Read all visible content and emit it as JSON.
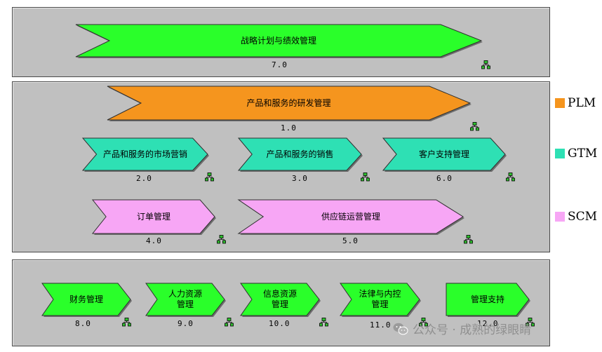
{
  "colors": {
    "plm": "#f5951e",
    "gtm": "#2ee0b4",
    "scm": "#f7a6f5",
    "strategy": "#2aff2a",
    "support": "#2aff2a"
  },
  "legend": [
    {
      "label": "PLM",
      "color": "#f5951e"
    },
    {
      "label": "GTM",
      "color": "#2ee0b4"
    },
    {
      "label": "SCM",
      "color": "#f7a6f5"
    }
  ],
  "processes": {
    "strategy": {
      "label": "战略计划与绩效管理",
      "num": "7.0"
    },
    "rd": {
      "label": "产品和服务的研发管理",
      "num": "1.0"
    },
    "marketing": {
      "label": "产品和服务的市场营销",
      "num": "2.0"
    },
    "sales": {
      "label": "产品和服务的销售",
      "num": "3.0"
    },
    "customer": {
      "label": "客户支持管理",
      "num": "6.0"
    },
    "order": {
      "label": "订单管理",
      "num": "4.0"
    },
    "supply": {
      "label": "供应链运营管理",
      "num": "5.0"
    },
    "finance": {
      "label": "财务管理",
      "num": "8.0"
    },
    "hr": {
      "label": "人力资源\n管理",
      "num": "9.0"
    },
    "info": {
      "label": "信息资源\n管理",
      "num": "10.0"
    },
    "legal": {
      "label": "法律与内控\n管理",
      "num": "11.0"
    },
    "mgmt": {
      "label": "管理支持",
      "num": "12.0"
    }
  },
  "watermark": {
    "text": "公众号 · 成熟的绿眼睛"
  }
}
